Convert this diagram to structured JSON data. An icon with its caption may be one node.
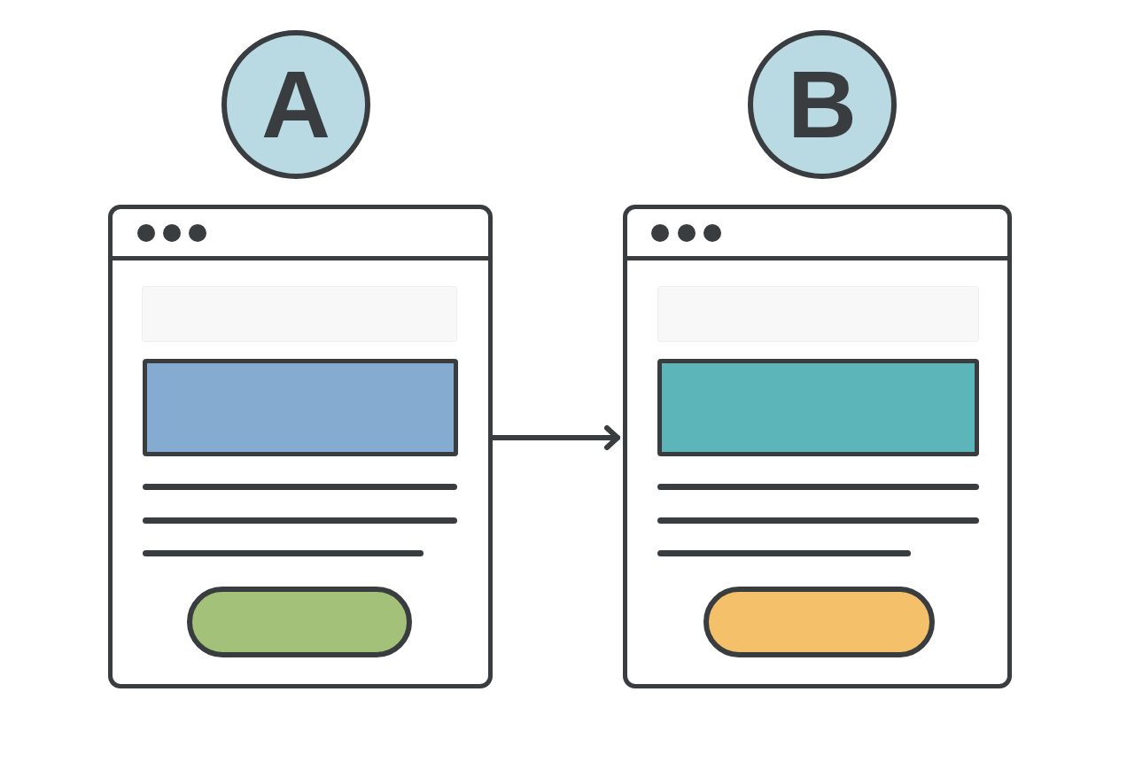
{
  "diagram": {
    "nodes": [
      {
        "text": [
          "A"
        ]
      },
      {
        "text": [
          "B"
        ]
      },
      {
        "text": [],
        "shape": "box"
      },
      {
        "text": [],
        "shape": "box",
        "in": 2
      },
      {
        "text": [],
        "shape": "box"
      },
      {
        "text": [],
        "shape": "box",
        "in": 4
      }
    ],
    "edges": [
      {
        "from": 2,
        "to": 4,
        "arrow": "to"
      }
    ]
  }
}
